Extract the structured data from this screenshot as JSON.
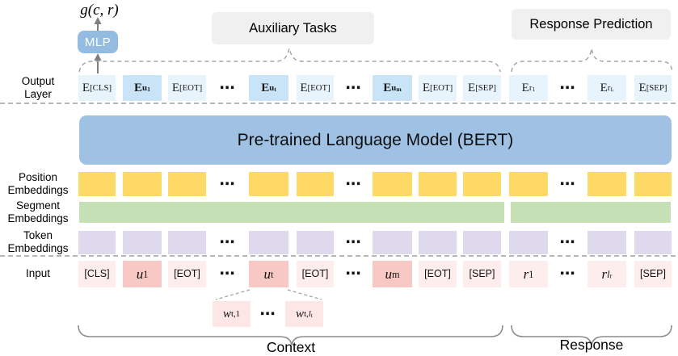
{
  "formula": "g(c, r)",
  "mlp": "MLP",
  "aux_tasks": "Auxiliary Tasks",
  "response_prediction": "Response Prediction",
  "bert": "Pre-trained Language Model (BERT)",
  "row_labels": {
    "output": "Output Layer",
    "position": "Position Embeddings",
    "segment": "Segment Embeddings",
    "token": "Token Embeddings",
    "input": "Input"
  },
  "bottom_labels": {
    "context": "Context",
    "response": "Response"
  },
  "ellipsis": "⋯",
  "colors": {
    "bert_box": "#9FC2E4",
    "mlp_box": "#93BCE0",
    "output_light": "#E8F4FB",
    "output_emph": "#C8E4F6",
    "position": "#FFD966",
    "segment": "#C5E0B4",
    "token": "#DED9EC",
    "input_special": "#FDEEED",
    "input_utterance": "#F8C8C4",
    "input_response": "#FDEEED",
    "word_box": "#FCE7E5",
    "label_box": "#F0F0F0",
    "line_gray": "#A6A6A6",
    "arrow_gray": "#7F7F7F"
  },
  "tokens": [
    {
      "dots": false,
      "emph": false,
      "output": [
        {
          "t": "E"
        },
        {
          "t": "[CLS]",
          "d": 1
        }
      ],
      "input": {
        "kind": "special",
        "parts": [
          {
            "t": "[CLS]"
          }
        ]
      }
    },
    {
      "dots": false,
      "emph": true,
      "output": [
        {
          "t": "E"
        },
        {
          "t": "u",
          "d": 1
        },
        {
          "t": "1",
          "d": 2
        }
      ],
      "input": {
        "kind": "utt",
        "parts": [
          {
            "t": "u",
            "i": true
          },
          {
            "t": "1",
            "d": 1
          }
        ]
      }
    },
    {
      "dots": false,
      "emph": false,
      "output": [
        {
          "t": "E"
        },
        {
          "t": "[EOT]",
          "d": 1
        }
      ],
      "input": {
        "kind": "special",
        "parts": [
          {
            "t": "[EOT]"
          }
        ]
      }
    },
    {
      "dots": true
    },
    {
      "dots": false,
      "emph": true,
      "output": [
        {
          "t": "E"
        },
        {
          "t": "u",
          "d": 1
        },
        {
          "t": "t",
          "d": 2
        }
      ],
      "input": {
        "kind": "utt",
        "parts": [
          {
            "t": "u",
            "i": true
          },
          {
            "t": "t",
            "d": 1
          }
        ]
      }
    },
    {
      "dots": false,
      "emph": false,
      "output": [
        {
          "t": "E"
        },
        {
          "t": "[EOT]",
          "d": 1
        }
      ],
      "input": {
        "kind": "special",
        "parts": [
          {
            "t": "[EOT]"
          }
        ]
      }
    },
    {
      "dots": true
    },
    {
      "dots": false,
      "emph": true,
      "output": [
        {
          "t": "E"
        },
        {
          "t": "u",
          "d": 1
        },
        {
          "t": "m",
          "d": 2
        }
      ],
      "input": {
        "kind": "utt",
        "parts": [
          {
            "t": "u",
            "i": true
          },
          {
            "t": "m",
            "d": 1
          }
        ]
      }
    },
    {
      "dots": false,
      "emph": false,
      "output": [
        {
          "t": "E"
        },
        {
          "t": "[EOT]",
          "d": 1
        }
      ],
      "input": {
        "kind": "special",
        "parts": [
          {
            "t": "[EOT]"
          }
        ]
      }
    },
    {
      "dots": false,
      "emph": false,
      "output": [
        {
          "t": "E"
        },
        {
          "t": "[SEP]",
          "d": 1
        }
      ],
      "input": {
        "kind": "special",
        "parts": [
          {
            "t": "[SEP]"
          }
        ]
      }
    },
    {
      "dots": false,
      "emph": false,
      "output": [
        {
          "t": "E"
        },
        {
          "t": "r",
          "d": 1
        },
        {
          "t": "1",
          "d": 2
        }
      ],
      "input": {
        "kind": "resp",
        "parts": [
          {
            "t": "r",
            "i": true
          },
          {
            "t": "1",
            "d": 1
          }
        ]
      }
    },
    {
      "dots": true
    },
    {
      "dots": false,
      "emph": false,
      "output": [
        {
          "t": "E"
        },
        {
          "t": "r",
          "d": 1
        },
        {
          "t": "l",
          "d": 2,
          "i": true
        },
        {
          "t": "r",
          "d": 3
        }
      ],
      "input": {
        "kind": "resp",
        "parts": [
          {
            "t": "r",
            "i": true
          },
          {
            "t": "l",
            "d": 1,
            "i": true
          },
          {
            "t": "r",
            "d": 2
          }
        ]
      }
    },
    {
      "dots": false,
      "emph": false,
      "output": [
        {
          "t": "E"
        },
        {
          "t": "[SEP]",
          "d": 1
        }
      ],
      "input": {
        "kind": "special",
        "parts": [
          {
            "t": "[SEP]"
          }
        ]
      }
    }
  ],
  "w_tokens": [
    {
      "parts": [
        {
          "t": "w",
          "i": true
        },
        {
          "t": "t,1",
          "d": 1
        }
      ]
    },
    {
      "parts": [
        {
          "t": "w",
          "i": true
        },
        {
          "t": "t,",
          "d": 1
        },
        {
          "t": "l",
          "d": 1,
          "i": true
        },
        {
          "t": "t",
          "d": 2
        }
      ]
    }
  ]
}
